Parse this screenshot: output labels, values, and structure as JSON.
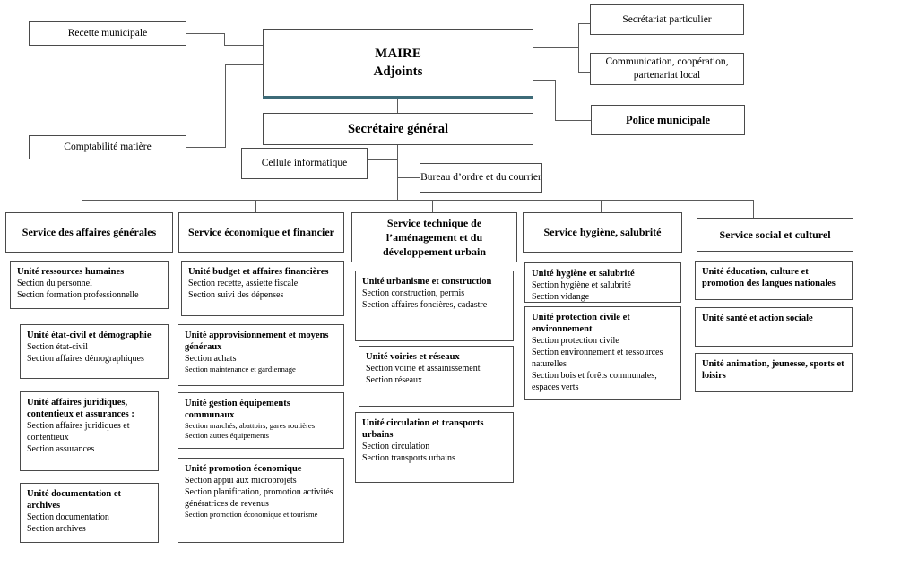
{
  "colors": {
    "box_border": "#4a4a4a",
    "line": "#5a5a5a",
    "accent": "#3d6b78",
    "background": "#ffffff",
    "text": "#000000"
  },
  "top": {
    "maire": {
      "line1": "MAIRE",
      "line2": "Adjoints"
    },
    "left_boxes": [
      {
        "label": "Recette municipale"
      },
      {
        "label": "Comptabilité matière"
      }
    ],
    "right_boxes": [
      {
        "label": "Secrétariat particulier"
      },
      {
        "label": "Communication, coopération,\npartenariat local"
      },
      {
        "label": "Police municipale"
      }
    ],
    "secretaire_general": {
      "label": "Secrétaire général"
    },
    "staff_boxes": [
      {
        "label": "Cellule informatique"
      },
      {
        "label": "Bureau d’ordre et du courrier"
      }
    ]
  },
  "services": [
    {
      "header": "Service des affaires générales",
      "units": [
        {
          "title": "Unité ressources humaines",
          "sections": [
            "Section du personnel",
            "Section formation professionnelle"
          ]
        },
        {
          "title": "Unité état-civil et démographie",
          "sections": [
            "Section état-civil",
            "Section affaires démographiques"
          ]
        },
        {
          "title": "Unité affaires juridiques, contentieux et assurances :",
          "sections": [
            "Section affaires juridiques et contentieux",
            "Section assurances"
          ]
        },
        {
          "title": "Unité documentation et archives",
          "sections": [
            "Section documentation",
            "Section archives"
          ]
        }
      ]
    },
    {
      "header": "Service économique et financier",
      "units": [
        {
          "title": "Unité budget et affaires financières",
          "sections": [
            "Section recette, assiette fiscale",
            "Section suivi des dépenses"
          ]
        },
        {
          "title": "Unité approvisionnement et moyens généraux",
          "sections": [
            "Section achats",
            "Section maintenance et gardiennage"
          ]
        },
        {
          "title": "Unité gestion équipements communaux",
          "sections": [
            "Section marchés, abattoirs, gares routières",
            "Section autres équipements"
          ]
        },
        {
          "title": "Unité promotion économique",
          "sections": [
            "Section appui aux microprojets",
            "Section planification, promotion activités génératrices de revenus",
            "Section promotion économique et tourisme"
          ]
        }
      ]
    },
    {
      "header": "Service technique de l’aménagement et du développement urbain",
      "units": [
        {
          "title": "Unité urbanisme et construction",
          "sections": [
            "Section construction, permis",
            "Section affaires foncières, cadastre"
          ]
        },
        {
          "title": "Unité voiries et réseaux",
          "sections": [
            "Section voirie et assainissement",
            "Section réseaux"
          ]
        },
        {
          "title": "Unité circulation et transports urbains",
          "sections": [
            "Section circulation",
            "Section transports urbains"
          ]
        }
      ]
    },
    {
      "header": "Service hygiène, salubrité",
      "units": [
        {
          "title": "Unité hygiène et salubrité",
          "sections": [
            "Section hygiène et salubrité",
            "Section vidange"
          ]
        },
        {
          "title": "Unité protection civile et environnement",
          "sections": [
            "Section protection civile",
            "Section environnement et ressources naturelles",
            "Section bois et forêts communales, espaces verts"
          ]
        }
      ]
    },
    {
      "header": "Service social et culturel",
      "units": [
        {
          "title": "Unité éducation, culture et promotion des langues nationales",
          "sections": []
        },
        {
          "title": "Unité santé et action sociale",
          "sections": []
        },
        {
          "title": "Unité animation, jeunesse, sports et loisirs",
          "sections": []
        }
      ]
    }
  ]
}
